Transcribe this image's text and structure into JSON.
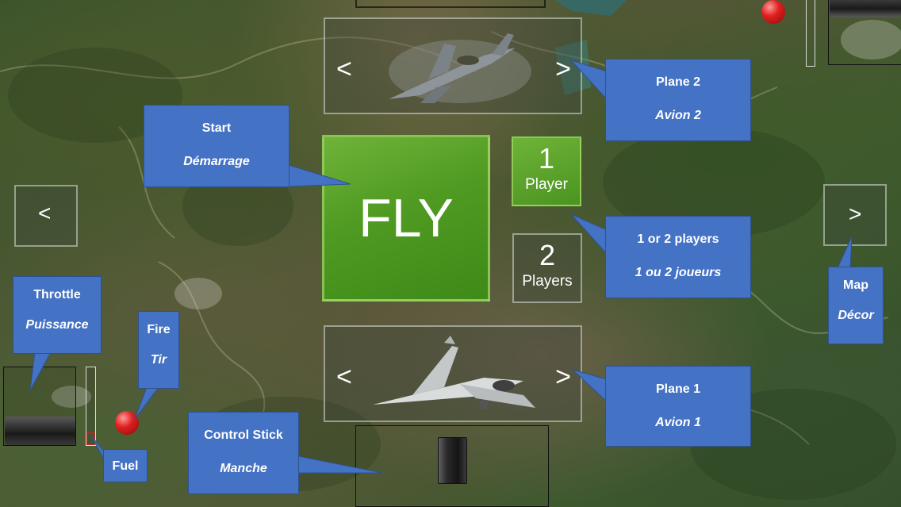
{
  "menu": {
    "fly_label": "FLY",
    "left_arrow": "<",
    "right_arrow": ">",
    "player1": {
      "number": "1",
      "label": "Player"
    },
    "player2": {
      "number": "2",
      "label": "Players"
    }
  },
  "callouts": {
    "plane2": {
      "en": "Plane 2",
      "fr": "Avion 2"
    },
    "start": {
      "en": "Start",
      "fr": "Démarrage"
    },
    "players": {
      "en": "1 or 2 players",
      "fr": "1 ou 2 joueurs"
    },
    "map": {
      "en": "Map",
      "fr": "Décor"
    },
    "throttle": {
      "en": "Throttle",
      "fr": "Puissance"
    },
    "fire": {
      "en": "Fire",
      "fr": "Tir"
    },
    "fuel": {
      "en": "Fuel"
    },
    "stick": {
      "en": "Control Stick",
      "fr": "Manche"
    },
    "plane1": {
      "en": "Plane 1",
      "fr": "Avion 1"
    }
  },
  "colors": {
    "callout": "#4472c4",
    "fly_button": "#4f9a22",
    "fire_button": "#d42020"
  }
}
